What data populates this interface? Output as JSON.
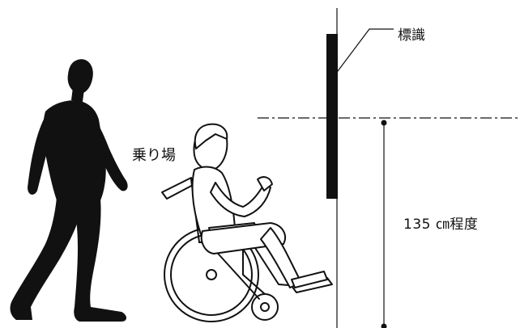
{
  "labels": {
    "sign": "標識",
    "boarding_area": "乗り場",
    "height": "135 ㎝程度"
  },
  "colors": {
    "ink": "#111111",
    "background": "#ffffff"
  },
  "figures": {
    "walking_person": "walking-person-silhouette",
    "wheelchair_user": "wheelchair-user-outline",
    "sign_board": "sign-board"
  }
}
